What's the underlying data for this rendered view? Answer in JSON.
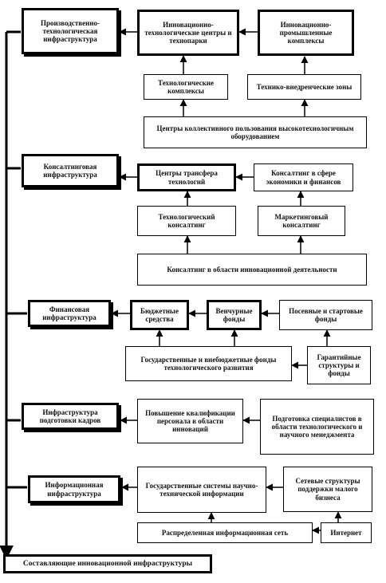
{
  "sections": {
    "production": {
      "title": "Производственно-технологическая инфраструктура",
      "innovation_centers": "Инновационно-технологические центры и технопарки",
      "business_incubators": "Инновационно-промышленные комплексы",
      "tech_parks": "Технологические комплексы",
      "special_zones": "Технико-внедренческие зоны",
      "equipment_centers": "Центры коллективного пользования высокотехнологичным оборудованием"
    },
    "consulting": {
      "title": "Консалтинговая инфраструктура",
      "transfer_centers": "Центры трансфера технологий",
      "management_consulting": "Консалтинг в сфере экономики и финансов",
      "tech_consulting": "Технологический консалтинг",
      "marketing_consulting": "Маркетинговый консалтинг",
      "innovation_consulting": "Консалтинг в области инновационной деятельности"
    },
    "finance": {
      "title": "Финансовая инфраструктура",
      "budget_funds": "Бюджетные средства",
      "venture_funds": "Венчурные фонды",
      "insurance": "Посевные и стартовые фонды",
      "state_funds": "Государственные и внебюджетные фонды технологического развития",
      "guarantee": "Гарантийные структуры и фонды"
    },
    "personnel": {
      "title": "Инфраструктура подготовки кадров",
      "qualification": "Повышение квалификации персонала в области инноваций",
      "training": "Подготовка специалистов в области технологического и научного менеджмента"
    },
    "information": {
      "title": "Информационная инфраструктура",
      "state_systems": "Государственные системы научно-технической информации",
      "network_structures": "Сетевые структуры поддержки малого бизнеса",
      "distribution": "Распределенная информационная сеть",
      "internet": "Интернет"
    }
  },
  "bottom": {
    "title": "Составляющие инновационной инфраструктуры"
  }
}
